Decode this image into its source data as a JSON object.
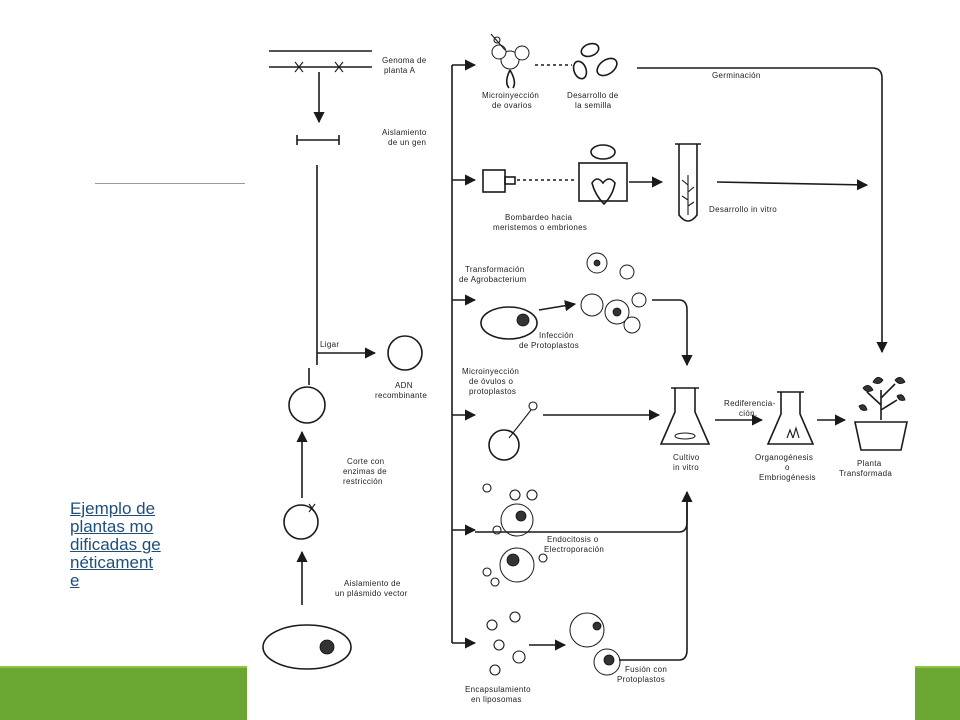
{
  "caption": "Ejemplo de plantas modificadas genéticamente",
  "colors": {
    "accent_green": "#6aa631",
    "caption_blue": "#1f4e79"
  },
  "labels": {
    "genoma": [
      "Genoma de",
      "planta A"
    ],
    "aislamiento_gen": [
      "Aislamiento",
      "de un gen"
    ],
    "ligar": "Ligar",
    "adn": [
      "ADN",
      "recombinante"
    ],
    "corte": [
      "Corte con",
      "enzimas de",
      "restricción"
    ],
    "aislamiento_plasmido": [
      "Aislamiento de",
      "un plásmido vector"
    ],
    "microinyeccion_ovarios": [
      "Microinyección",
      "de ovarios"
    ],
    "desarrollo_semilla": [
      "Desarrollo de",
      "la semilla"
    ],
    "germinacion": "Germinación",
    "bombardeo": [
      "Bombardeo hacia",
      "meristemos o embriones"
    ],
    "desarrollo_invitro": "Desarrollo in vitro",
    "transformacion": [
      "Transformación",
      "de Agrobacterium"
    ],
    "infeccion": [
      "Infección",
      "de Protoplastos"
    ],
    "microinyeccion_ovulos": [
      "Microinyección",
      "de óvulos o",
      "protoplastos"
    ],
    "cultivo": [
      "Cultivo",
      "in vitro"
    ],
    "rediferenciacion": [
      "Rediferencia-",
      "ción."
    ],
    "organogenesis": [
      "Organogénesis",
      "o",
      "Embriogénesis"
    ],
    "planta": [
      "Planta",
      "Transformada"
    ],
    "endocitosis": [
      "Endocitosis o",
      "Electroporación"
    ],
    "fusion": [
      "Fusión con",
      "Protoplastos"
    ],
    "encapsulamiento": [
      "Encapsulamiento",
      "en liposomas"
    ]
  }
}
